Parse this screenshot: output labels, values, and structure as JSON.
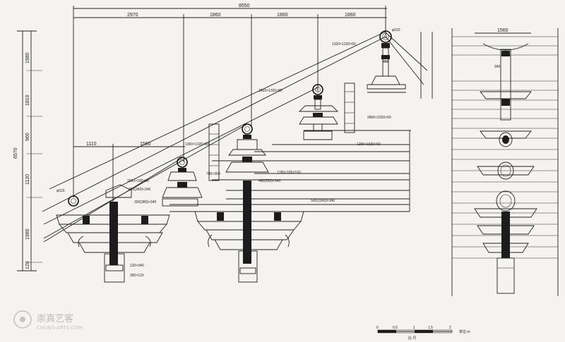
{
  "drawing": {
    "top_dims": [
      "8550",
      "2970",
      "1860",
      "1860",
      "1860"
    ],
    "mid_dims": [
      "1110",
      "1560"
    ],
    "left_dims": [
      "6570",
      "1980",
      "1810",
      "960",
      "1120",
      "1980",
      "120"
    ],
    "right_dims": [
      "1560",
      "940"
    ],
    "labels": [
      "φ520",
      "1320×1320×60",
      "1900×1320×80",
      "2800×2320×60",
      "1290×1820×60",
      "1780×180×160",
      "500(1000)×340",
      "1360×1320×80",
      "φ520",
      "780×350",
      "1650×190×60",
      "320(380)×340",
      "300(360)×340",
      "480(530)×340",
      "120×340",
      "350×120"
    ],
    "scale": {
      "ticks": [
        "0",
        "0.5",
        "1",
        "1.5",
        "2"
      ],
      "caption": "比 尺",
      "unit": "单位:m"
    }
  },
  "watermark": {
    "text": "崇真艺客",
    "subtext": "CHUNG-ARTS.COM"
  }
}
